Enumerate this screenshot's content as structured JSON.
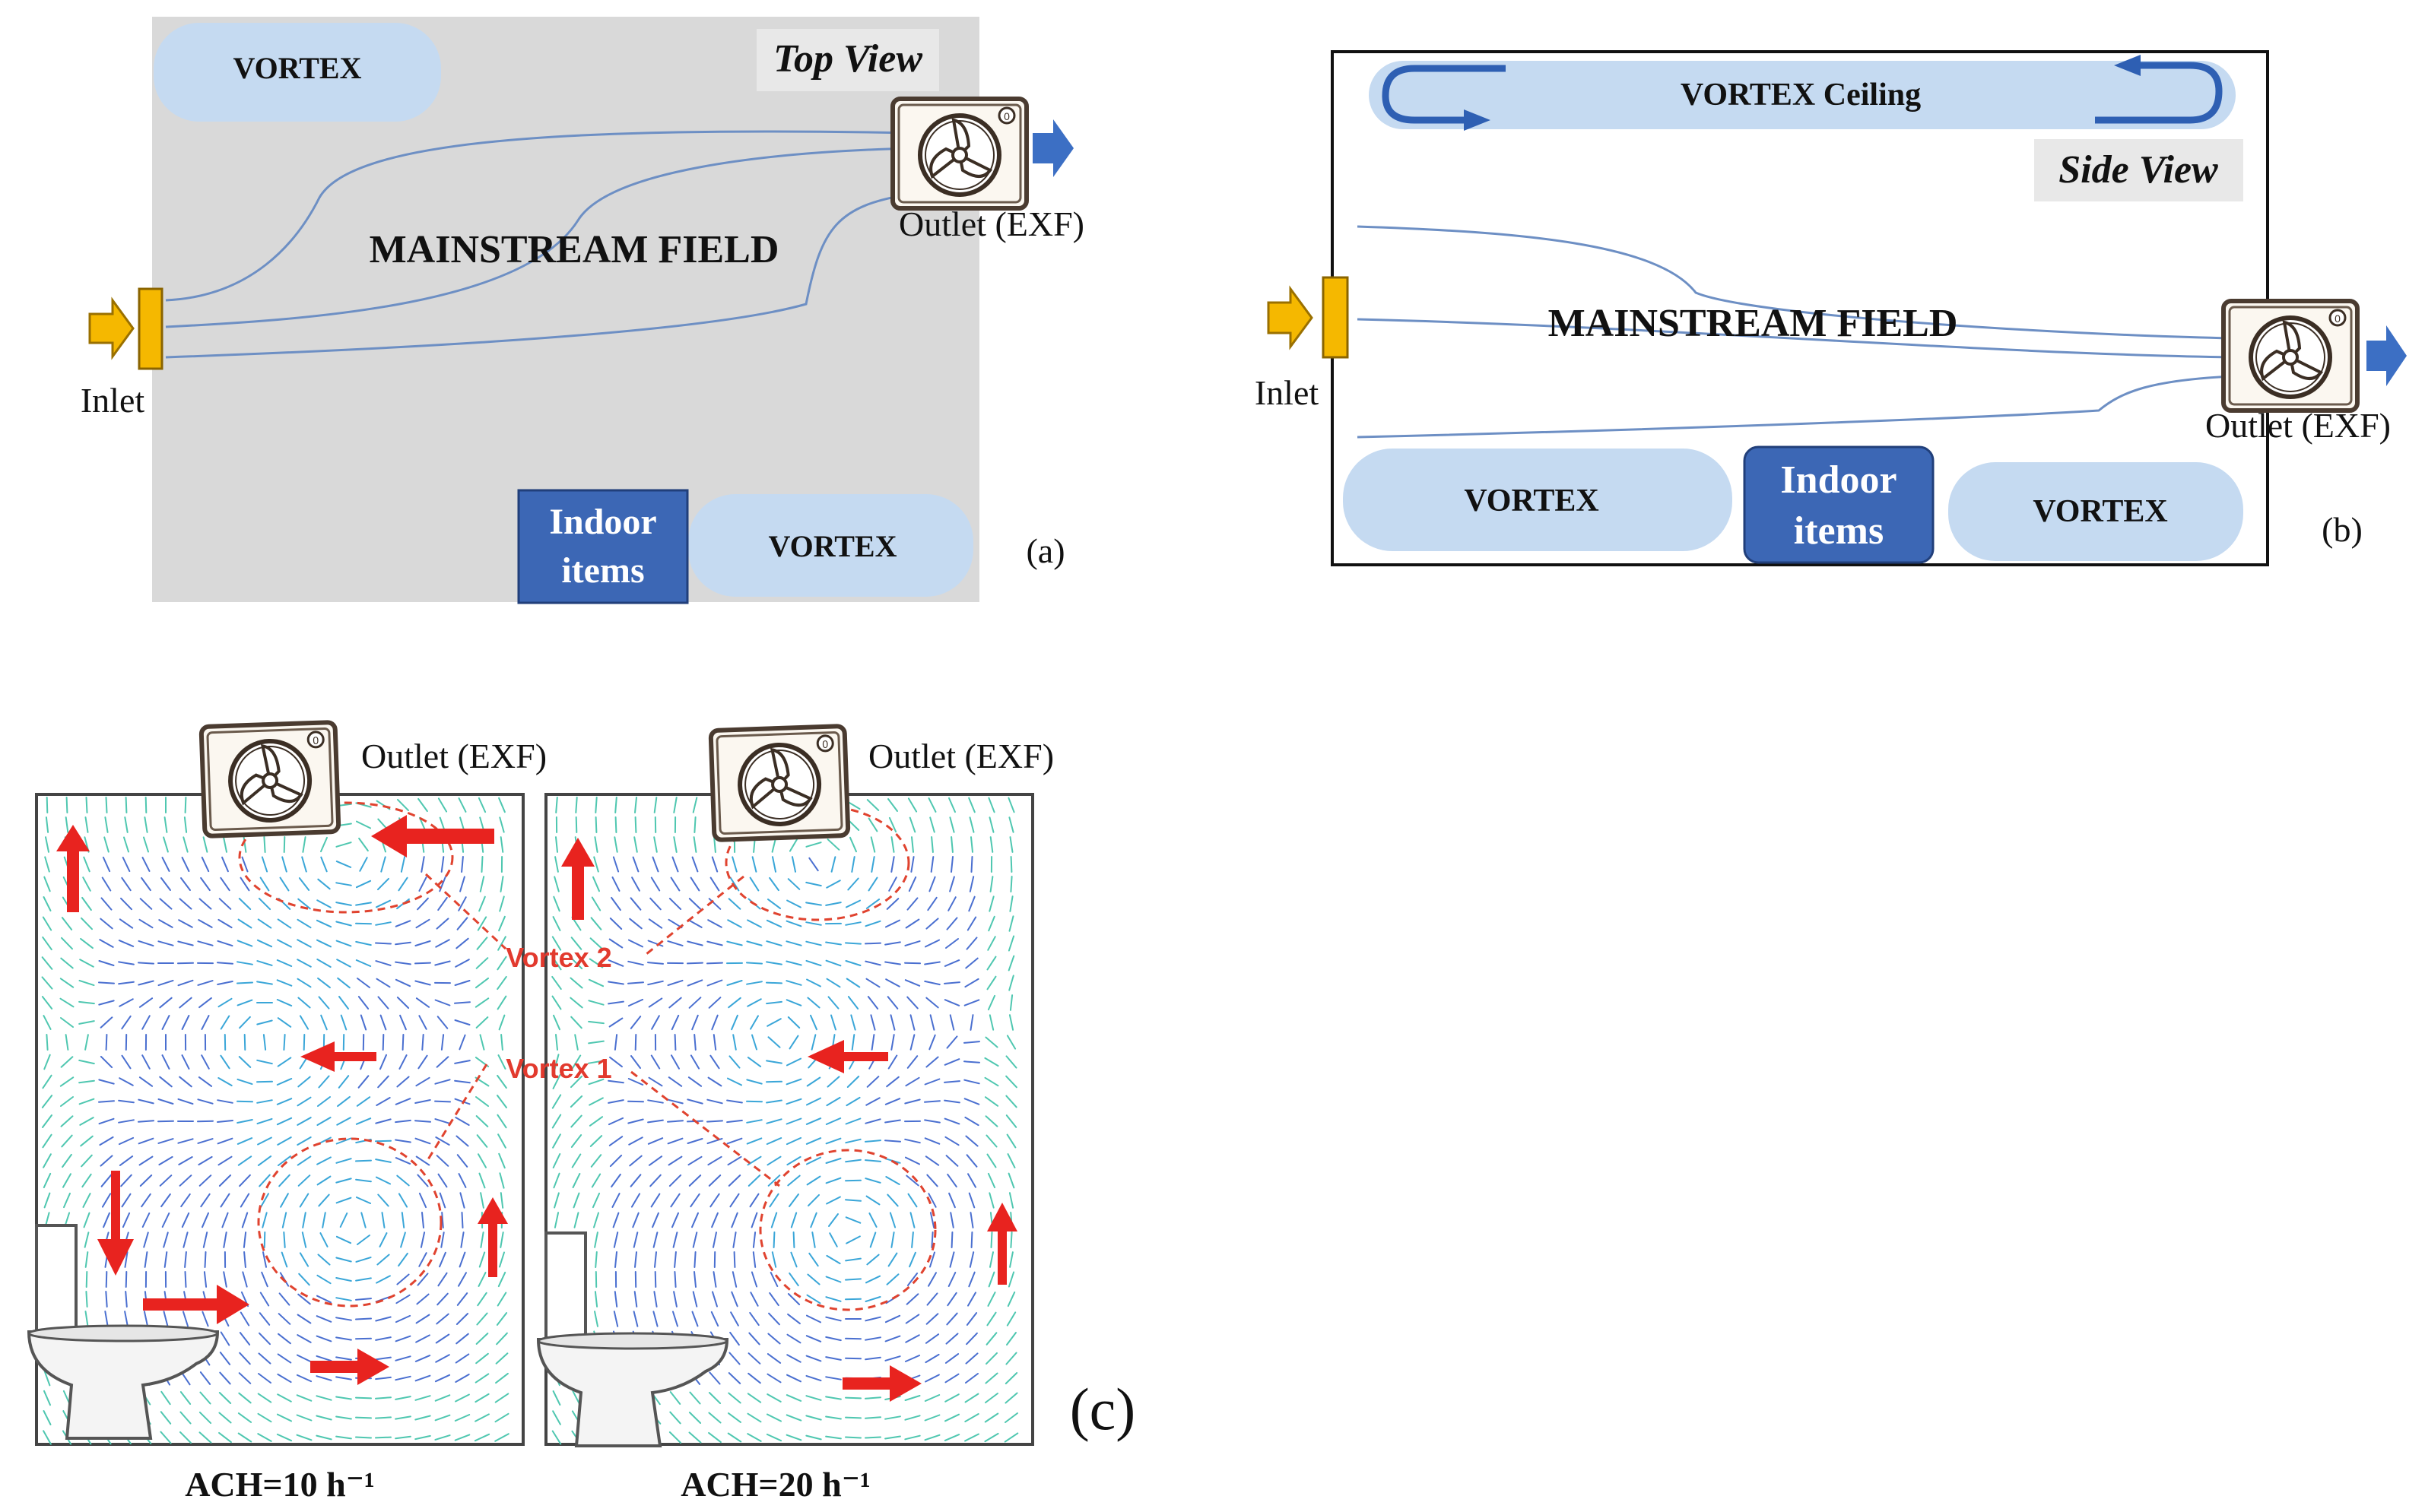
{
  "panel_a": {
    "view_label": "Top View",
    "vortex_top": "VORTEX",
    "vortex_bottom": "VORTEX",
    "mainstream": "MAINSTREAM FIELD",
    "inlet": "Inlet",
    "outlet": "Outlet (EXF)",
    "indoor_line1": "Indoor",
    "indoor_line2": "items",
    "tag": "(a)"
  },
  "panel_b": {
    "view_label": "Side View",
    "vortex_ceiling": "VORTEX Ceiling",
    "mainstream": "MAINSTREAM FIELD",
    "inlet": "Inlet",
    "outlet": "Outlet (EXF)",
    "vortex_left": "VORTEX",
    "vortex_right": "VORTEX",
    "indoor_line1": "Indoor",
    "indoor_line2": "items",
    "tag": "(b)"
  },
  "panel_c": {
    "outlet_left": "Outlet (EXF)",
    "outlet_right": "Outlet (EXF)",
    "vortex2": "Vortex 2",
    "vortex1": "Vortex 1",
    "ach_left": "ACH=10 h⁻¹",
    "ach_right": "ACH=20 h⁻¹",
    "tag": "(c)"
  },
  "colors": {
    "room_gray": "#d9d9d9",
    "vortex_fill": "#c5daf1",
    "indoor_fill": "#3c67b5",
    "streamline": "#6d8fc4",
    "arrow_blue": "#3c6fc4",
    "inlet_yellow": "#f5b800",
    "flow_red": "#e8231f"
  },
  "icons": [
    "exhaust-fan-icon",
    "inlet-arrow-icon",
    "outlet-arrow-icon",
    "toilet-icon",
    "flow-arrow-icon"
  ]
}
